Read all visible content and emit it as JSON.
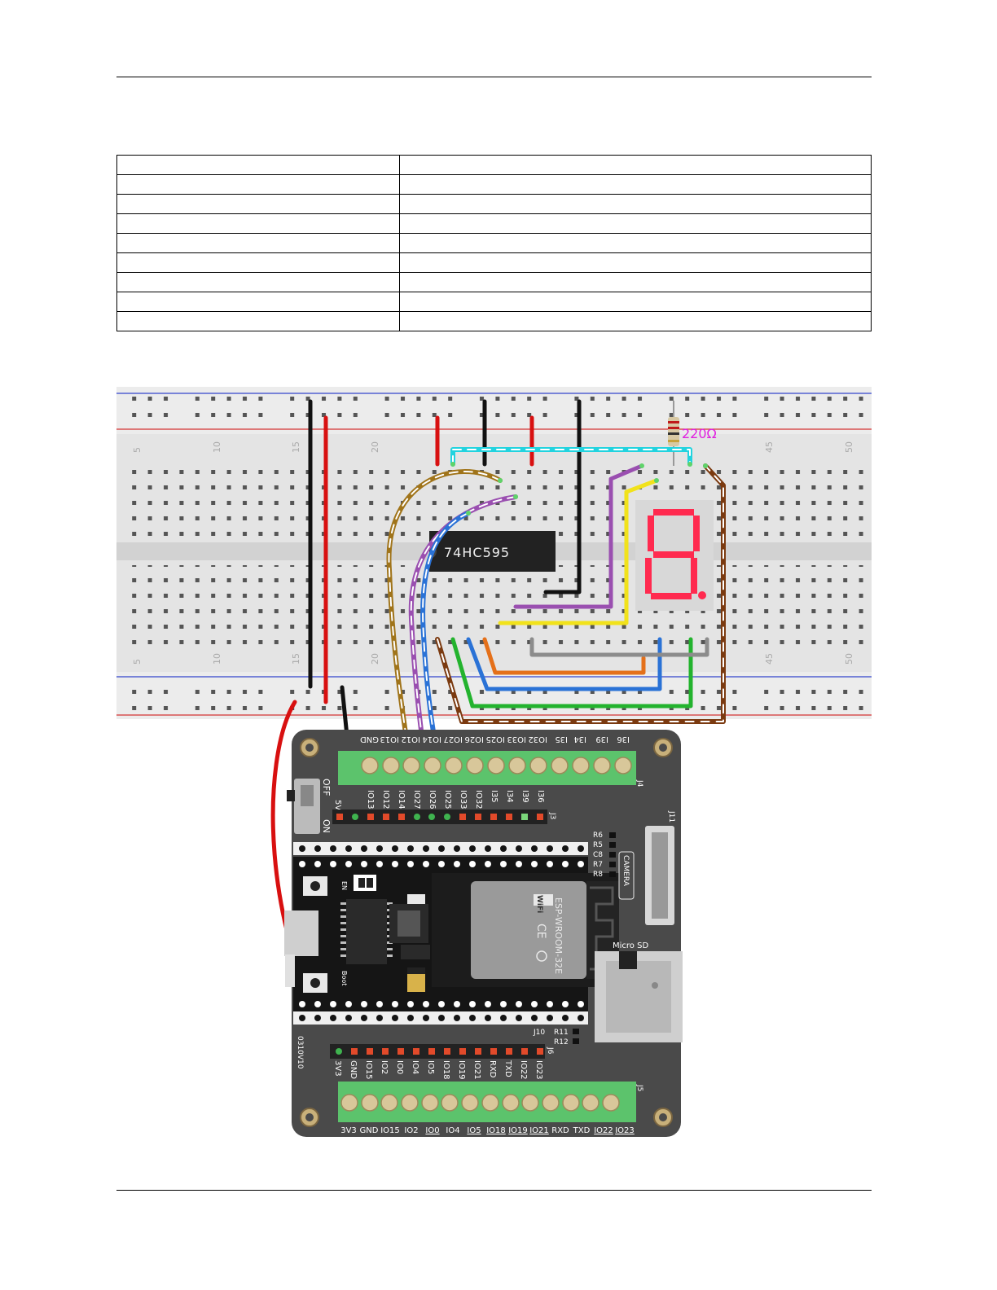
{
  "breadboard": {
    "column_numbers": [
      "5",
      "10",
      "15",
      "20",
      "45",
      "50"
    ],
    "chip_label": "74HC595",
    "resistor_label": "220Ω"
  },
  "board": {
    "top_header_labels": [
      "GND",
      "IO13",
      "IO12",
      "IO14",
      "IO27",
      "IO26",
      "IO25",
      "IO33",
      "IO32",
      "I35",
      "I34",
      "I39",
      "I36"
    ],
    "top_row_labels": [
      "IO13",
      "IO12",
      "IO14",
      "IO27",
      "IO26",
      "IO25",
      "IO33",
      "IO32",
      "I35",
      "I34",
      "I39",
      "I36"
    ],
    "power_5v": "5V",
    "switch_off": "OFF",
    "switch_on": "ON",
    "j3": "J3",
    "j4": "J4",
    "j11": "J11",
    "j10": "J10",
    "j6": "J6",
    "j5": "J5",
    "camera_label": "CAMERA",
    "micro_sd": "Micro SD",
    "module_label": "ESP-WROOM-32E",
    "wifi_label": "WiFi",
    "ce_label": "CE",
    "en_label": "EN",
    "boot_label": "Boot",
    "r_labels_right": [
      "R6",
      "R5",
      "C8",
      "R7",
      "R8"
    ],
    "r_labels_bottom": [
      "R11",
      "R12"
    ],
    "version": "0310V10",
    "bottom_row_labels": [
      "3V3",
      "GND",
      "IO15",
      "IO2",
      "IO0",
      "IO4",
      "IO5",
      "IO18",
      "IO19",
      "IO21",
      "RXD",
      "TXD",
      "IO22",
      "IO23"
    ],
    "bottom_terminal_labels": [
      "3V3",
      "GND",
      "IO15",
      "IO2",
      "IO0",
      "IO4",
      "IO5",
      "IO18",
      "IO19",
      "IO21",
      "RXD",
      "TXD",
      "IO22",
      "IO23"
    ]
  },
  "colors": {
    "wire_red": "#d81010",
    "wire_black": "#111111",
    "wire_cyan": "#22d3df",
    "wire_brown_gold": "#a0741a",
    "wire_purple": "#9a4fb0",
    "wire_blue": "#2a72d6",
    "wire_yellow": "#f1e21b",
    "wire_orange": "#e4701a",
    "wire_green": "#23b32e",
    "wire_gray": "#8c8c8c",
    "wire_brown": "#7b3a10",
    "segment_red": "#ff2a4f",
    "terminal_green": "#5cc36c",
    "board_gray": "#4a4a4a"
  }
}
